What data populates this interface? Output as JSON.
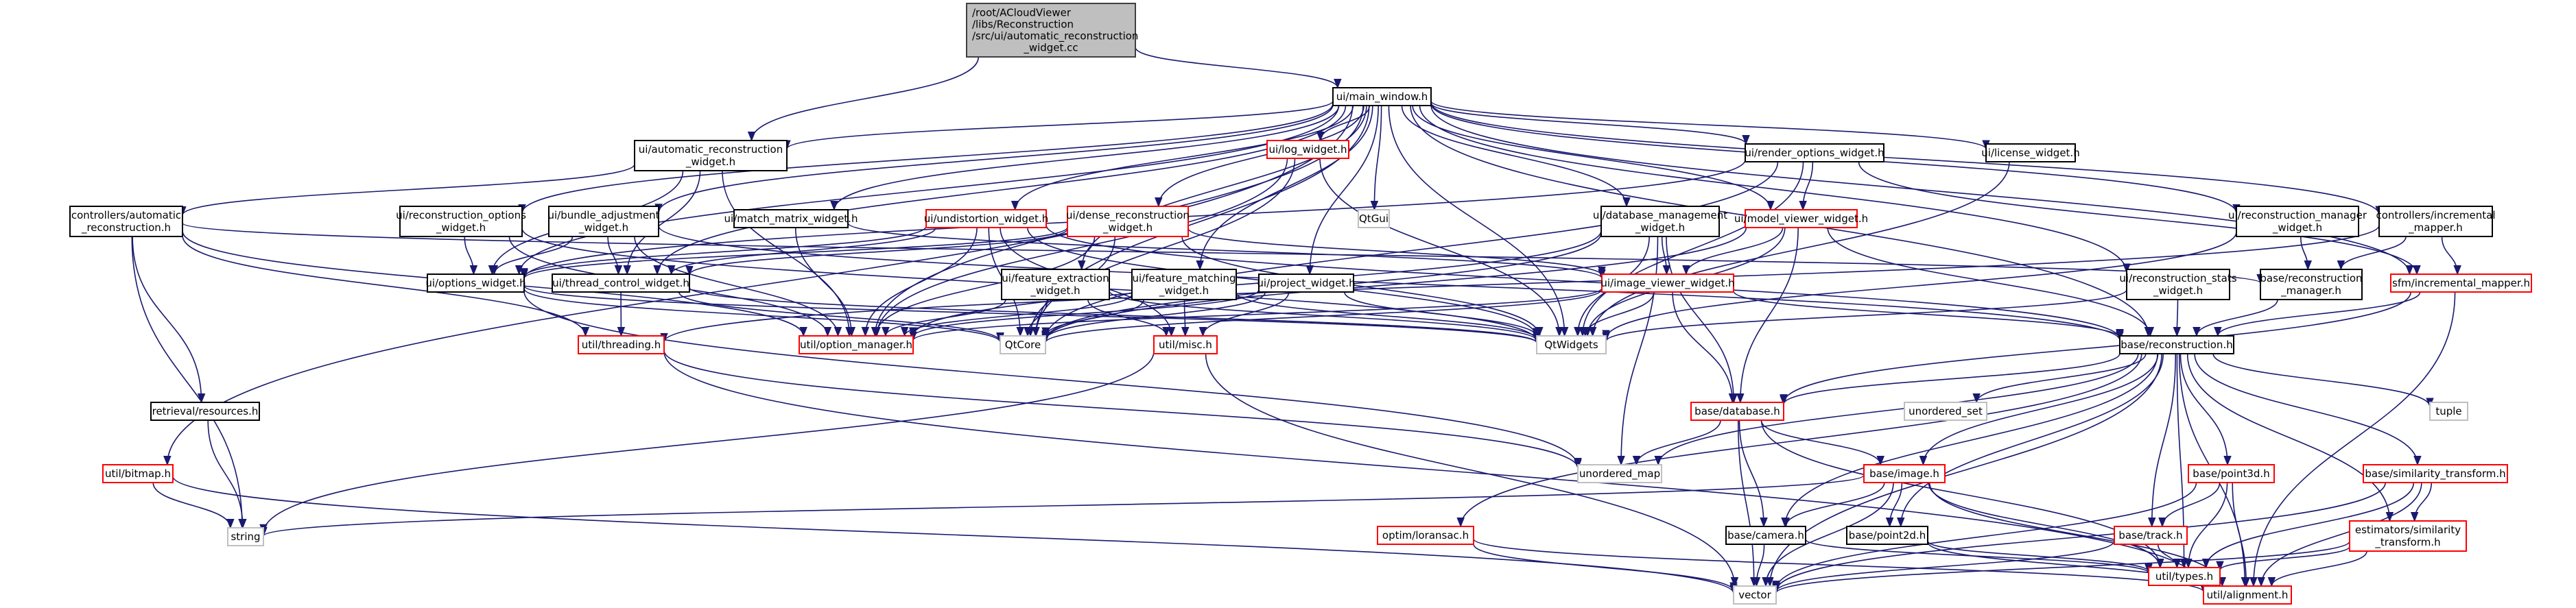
{
  "diagram": {
    "type": "include-dependency-graph",
    "colors": {
      "edge": "#191970",
      "root_fill": "#bfbfbf",
      "root_border": "#404040",
      "node_fill": "#ffffff",
      "documented_border": "#000000",
      "undocumented_border": "#ff0000",
      "external_border": "#bfbfbf"
    },
    "nodes": [
      {
        "id": "root",
        "label": [
          "/root/ACloudViewer",
          "/libs/Reconstruction",
          "/src/ui/automatic_reconstruction",
          "_widget.cc"
        ],
        "kind": "root"
      },
      {
        "id": "main_window",
        "label": [
          "ui/main_window.h"
        ],
        "kind": "normal"
      },
      {
        "id": "auto_recon_widget",
        "label": [
          "ui/automatic_reconstruction",
          "_widget.h"
        ],
        "kind": "normal"
      },
      {
        "id": "log_widget",
        "label": [
          "ui/log_widget.h"
        ],
        "kind": "red"
      },
      {
        "id": "render_options",
        "label": [
          "ui/render_options_widget.h"
        ],
        "kind": "normal"
      },
      {
        "id": "license_widget",
        "label": [
          "ui/license_widget.h"
        ],
        "kind": "normal"
      },
      {
        "id": "ctrl_auto_recon",
        "label": [
          "controllers/automatic",
          "_reconstruction.h"
        ],
        "kind": "normal"
      },
      {
        "id": "recon_options",
        "label": [
          "ui/reconstruction_options",
          "_widget.h"
        ],
        "kind": "normal"
      },
      {
        "id": "bundle_adjustment",
        "label": [
          "ui/bundle_adjustment",
          "_widget.h"
        ],
        "kind": "normal"
      },
      {
        "id": "match_matrix",
        "label": [
          "ui/match_matrix_widget.h"
        ],
        "kind": "normal"
      },
      {
        "id": "undistortion",
        "label": [
          "ui/undistortion_widget.h"
        ],
        "kind": "red"
      },
      {
        "id": "dense_recon",
        "label": [
          "ui/dense_reconstruction",
          "_widget.h"
        ],
        "kind": "red"
      },
      {
        "id": "qtgui",
        "label": [
          "QtGui"
        ],
        "kind": "external"
      },
      {
        "id": "db_mgmt",
        "label": [
          "ui/database_management",
          "_widget.h"
        ],
        "kind": "normal"
      },
      {
        "id": "model_viewer",
        "label": [
          "ui/model_viewer_widget.h"
        ],
        "kind": "red"
      },
      {
        "id": "recon_mgr_widget",
        "label": [
          "ui/reconstruction_manager",
          "_widget.h"
        ],
        "kind": "normal"
      },
      {
        "id": "ctrl_incr_mapper",
        "label": [
          "controllers/incremental",
          "_mapper.h"
        ],
        "kind": "normal"
      },
      {
        "id": "options_widget",
        "label": [
          "ui/options_widget.h"
        ],
        "kind": "normal"
      },
      {
        "id": "thread_control",
        "label": [
          "ui/thread_control_widget.h"
        ],
        "kind": "normal"
      },
      {
        "id": "feature_extraction",
        "label": [
          "ui/feature_extraction",
          "_widget.h"
        ],
        "kind": "normal"
      },
      {
        "id": "feature_matching",
        "label": [
          "ui/feature_matching",
          "_widget.h"
        ],
        "kind": "normal"
      },
      {
        "id": "project_widget",
        "label": [
          "ui/project_widget.h"
        ],
        "kind": "normal"
      },
      {
        "id": "image_viewer",
        "label": [
          "ui/image_viewer_widget.h"
        ],
        "kind": "red"
      },
      {
        "id": "recon_stats",
        "label": [
          "ui/reconstruction_stats",
          "_widget.h"
        ],
        "kind": "normal"
      },
      {
        "id": "base_recon_mgr",
        "label": [
          "base/reconstruction",
          "_manager.h"
        ],
        "kind": "normal"
      },
      {
        "id": "sfm_incr_mapper",
        "label": [
          "sfm/incremental_mapper.h"
        ],
        "kind": "red"
      },
      {
        "id": "threading",
        "label": [
          "util/threading.h"
        ],
        "kind": "red"
      },
      {
        "id": "option_manager",
        "label": [
          "util/option_manager.h"
        ],
        "kind": "red"
      },
      {
        "id": "qtcore",
        "label": [
          "QtCore"
        ],
        "kind": "external"
      },
      {
        "id": "misc",
        "label": [
          "util/misc.h"
        ],
        "kind": "red"
      },
      {
        "id": "qtwidgets",
        "label": [
          "QtWidgets"
        ],
        "kind": "external"
      },
      {
        "id": "base_recon",
        "label": [
          "base/reconstruction.h"
        ],
        "kind": "normal"
      },
      {
        "id": "retrieval",
        "label": [
          "retrieval/resources.h"
        ],
        "kind": "normal"
      },
      {
        "id": "base_database",
        "label": [
          "base/database.h"
        ],
        "kind": "red"
      },
      {
        "id": "unordered_set",
        "label": [
          "unordered_set"
        ],
        "kind": "external"
      },
      {
        "id": "tuple",
        "label": [
          "tuple"
        ],
        "kind": "external"
      },
      {
        "id": "bitmap",
        "label": [
          "util/bitmap.h"
        ],
        "kind": "red"
      },
      {
        "id": "unordered_map",
        "label": [
          "unordered_map"
        ],
        "kind": "external"
      },
      {
        "id": "base_image",
        "label": [
          "base/image.h"
        ],
        "kind": "red"
      },
      {
        "id": "point3d",
        "label": [
          "base/point3d.h"
        ],
        "kind": "red"
      },
      {
        "id": "similarity",
        "label": [
          "base/similarity_transform.h"
        ],
        "kind": "red"
      },
      {
        "id": "string",
        "label": [
          "string"
        ],
        "kind": "external"
      },
      {
        "id": "loransac",
        "label": [
          "optim/loransac.h"
        ],
        "kind": "red"
      },
      {
        "id": "camera",
        "label": [
          "base/camera.h"
        ],
        "kind": "normal"
      },
      {
        "id": "point2d",
        "label": [
          "base/point2d.h"
        ],
        "kind": "normal"
      },
      {
        "id": "track",
        "label": [
          "base/track.h"
        ],
        "kind": "red"
      },
      {
        "id": "est_similarity",
        "label": [
          "estimators/similarity",
          "_transform.h"
        ],
        "kind": "red"
      },
      {
        "id": "vector",
        "label": [
          "vector"
        ],
        "kind": "external"
      },
      {
        "id": "types",
        "label": [
          "util/types.h"
        ],
        "kind": "red"
      },
      {
        "id": "alignment",
        "label": [
          "util/alignment.h"
        ],
        "kind": "red"
      }
    ],
    "edges": [
      [
        "root",
        "auto_recon_widget"
      ],
      [
        "root",
        "main_window"
      ],
      [
        "main_window",
        "auto_recon_widget"
      ],
      [
        "main_window",
        "log_widget"
      ],
      [
        "main_window",
        "qtgui"
      ],
      [
        "main_window",
        "render_options"
      ],
      [
        "main_window",
        "license_widget"
      ],
      [
        "main_window",
        "recon_options"
      ],
      [
        "main_window",
        "bundle_adjustment"
      ],
      [
        "main_window",
        "match_matrix"
      ],
      [
        "main_window",
        "undistortion"
      ],
      [
        "main_window",
        "dense_recon"
      ],
      [
        "main_window",
        "db_mgmt"
      ],
      [
        "main_window",
        "model_viewer"
      ],
      [
        "main_window",
        "recon_mgr_widget"
      ],
      [
        "main_window",
        "ctrl_incr_mapper"
      ],
      [
        "main_window",
        "options_widget"
      ],
      [
        "main_window",
        "thread_control"
      ],
      [
        "main_window",
        "feature_extraction"
      ],
      [
        "main_window",
        "feature_matching"
      ],
      [
        "main_window",
        "project_widget"
      ],
      [
        "main_window",
        "recon_stats"
      ],
      [
        "main_window",
        "sfm_incr_mapper"
      ],
      [
        "main_window",
        "qtcore"
      ],
      [
        "main_window",
        "qtwidgets"
      ],
      [
        "main_window",
        "base_recon"
      ],
      [
        "main_window",
        "bitmap"
      ],
      [
        "main_window",
        "option_manager"
      ],
      [
        "auto_recon_widget",
        "ctrl_auto_recon"
      ],
      [
        "auto_recon_widget",
        "options_widget"
      ],
      [
        "auto_recon_widget",
        "thread_control"
      ],
      [
        "auto_recon_widget",
        "option_manager"
      ],
      [
        "log_widget",
        "qtcore"
      ],
      [
        "log_widget",
        "qtwidgets"
      ],
      [
        "log_widget",
        "option_manager"
      ],
      [
        "render_options",
        "model_viewer"
      ],
      [
        "render_options",
        "options_widget"
      ],
      [
        "render_options",
        "qtcore"
      ],
      [
        "render_options",
        "qtwidgets"
      ],
      [
        "render_options",
        "sfm_incr_mapper"
      ],
      [
        "license_widget",
        "qtwidgets"
      ],
      [
        "ctrl_auto_recon",
        "threading"
      ],
      [
        "ctrl_auto_recon",
        "option_manager"
      ],
      [
        "ctrl_auto_recon",
        "retrieval"
      ],
      [
        "ctrl_auto_recon",
        "string"
      ],
      [
        "ctrl_auto_recon",
        "base_recon_mgr"
      ],
      [
        "recon_options",
        "options_widget"
      ],
      [
        "recon_options",
        "option_manager"
      ],
      [
        "recon_options",
        "qtwidgets"
      ],
      [
        "bundle_adjustment",
        "options_widget"
      ],
      [
        "bundle_adjustment",
        "thread_control"
      ],
      [
        "bundle_adjustment",
        "option_manager"
      ],
      [
        "bundle_adjustment",
        "base_recon"
      ],
      [
        "match_matrix",
        "image_viewer"
      ],
      [
        "match_matrix",
        "option_manager"
      ],
      [
        "undistortion",
        "options_widget"
      ],
      [
        "undistortion",
        "thread_control"
      ],
      [
        "undistortion",
        "option_manager"
      ],
      [
        "undistortion",
        "qtcore"
      ],
      [
        "undistortion",
        "qtwidgets"
      ],
      [
        "undistortion",
        "misc"
      ],
      [
        "undistortion",
        "base_recon"
      ],
      [
        "dense_recon",
        "thread_control"
      ],
      [
        "dense_recon",
        "options_widget"
      ],
      [
        "dense_recon",
        "image_viewer"
      ],
      [
        "dense_recon",
        "qtcore"
      ],
      [
        "dense_recon",
        "qtwidgets"
      ],
      [
        "dense_recon",
        "option_manager"
      ],
      [
        "db_mgmt",
        "image_viewer"
      ],
      [
        "db_mgmt",
        "base_database"
      ],
      [
        "db_mgmt",
        "qtcore"
      ],
      [
        "db_mgmt",
        "qtwidgets"
      ],
      [
        "db_mgmt",
        "option_manager"
      ],
      [
        "db_mgmt",
        "unordered_map"
      ],
      [
        "model_viewer",
        "image_viewer"
      ],
      [
        "model_viewer",
        "base_database"
      ],
      [
        "model_viewer",
        "qtcore"
      ],
      [
        "model_viewer",
        "qtwidgets"
      ],
      [
        "model_viewer",
        "base_recon"
      ],
      [
        "recon_mgr_widget",
        "base_recon_mgr"
      ],
      [
        "recon_mgr_widget",
        "qtwidgets"
      ],
      [
        "ctrl_incr_mapper",
        "base_recon_mgr"
      ],
      [
        "ctrl_incr_mapper",
        "sfm_incr_mapper"
      ],
      [
        "ctrl_incr_mapper",
        "threading"
      ],
      [
        "options_widget",
        "qtcore"
      ],
      [
        "options_widget",
        "qtwidgets"
      ],
      [
        "options_widget",
        "unordered_map"
      ],
      [
        "thread_control",
        "threading"
      ],
      [
        "thread_control",
        "qtcore"
      ],
      [
        "thread_control",
        "qtwidgets"
      ],
      [
        "feature_extraction",
        "option_manager"
      ],
      [
        "feature_extraction",
        "qtcore"
      ],
      [
        "feature_extraction",
        "qtwidgets"
      ],
      [
        "feature_extraction",
        "misc"
      ],
      [
        "feature_matching",
        "option_manager"
      ],
      [
        "feature_matching",
        "qtcore"
      ],
      [
        "feature_matching",
        "qtwidgets"
      ],
      [
        "feature_matching",
        "misc"
      ],
      [
        "project_widget",
        "option_manager"
      ],
      [
        "project_widget",
        "qtcore"
      ],
      [
        "project_widget",
        "qtwidgets"
      ],
      [
        "project_widget",
        "misc"
      ],
      [
        "image_viewer",
        "qtcore"
      ],
      [
        "image_viewer",
        "qtwidgets"
      ],
      [
        "image_viewer",
        "option_manager"
      ],
      [
        "image_viewer",
        "base_database"
      ],
      [
        "image_viewer",
        "base_recon"
      ],
      [
        "recon_stats",
        "base_recon"
      ],
      [
        "recon_stats",
        "qtwidgets"
      ],
      [
        "base_recon_mgr",
        "base_recon"
      ],
      [
        "sfm_incr_mapper",
        "base_recon"
      ],
      [
        "sfm_incr_mapper",
        "base_database"
      ],
      [
        "sfm_incr_mapper",
        "alignment"
      ],
      [
        "threading",
        "unordered_map"
      ],
      [
        "threading",
        "alignment"
      ],
      [
        "misc",
        "string"
      ],
      [
        "misc",
        "vector"
      ],
      [
        "base_recon",
        "base_database"
      ],
      [
        "base_recon",
        "unordered_set"
      ],
      [
        "base_recon",
        "tuple"
      ],
      [
        "base_recon",
        "unordered_map"
      ],
      [
        "base_recon",
        "base_image"
      ],
      [
        "base_recon",
        "point3d"
      ],
      [
        "base_recon",
        "similarity"
      ],
      [
        "base_recon",
        "loransac"
      ],
      [
        "base_recon",
        "camera"
      ],
      [
        "base_recon",
        "point2d"
      ],
      [
        "base_recon",
        "track"
      ],
      [
        "base_recon",
        "est_similarity"
      ],
      [
        "base_recon",
        "vector"
      ],
      [
        "base_recon",
        "types"
      ],
      [
        "base_recon",
        "alignment"
      ],
      [
        "retrieval",
        "string"
      ],
      [
        "base_database",
        "unordered_map"
      ],
      [
        "base_database",
        "base_image"
      ],
      [
        "base_database",
        "camera"
      ],
      [
        "base_database",
        "vector"
      ],
      [
        "base_database",
        "types"
      ],
      [
        "bitmap",
        "string"
      ],
      [
        "bitmap",
        "vector"
      ],
      [
        "base_image",
        "string"
      ],
      [
        "base_image",
        "camera"
      ],
      [
        "base_image",
        "point2d"
      ],
      [
        "base_image",
        "vector"
      ],
      [
        "base_image",
        "types"
      ],
      [
        "base_image",
        "alignment"
      ],
      [
        "point3d",
        "track"
      ],
      [
        "point3d",
        "vector"
      ],
      [
        "point3d",
        "types"
      ],
      [
        "point3d",
        "alignment"
      ],
      [
        "similarity",
        "est_similarity"
      ],
      [
        "similarity",
        "vector"
      ],
      [
        "similarity",
        "types"
      ],
      [
        "similarity",
        "alignment"
      ],
      [
        "loransac",
        "vector"
      ],
      [
        "loransac",
        "alignment"
      ],
      [
        "camera",
        "vector"
      ],
      [
        "camera",
        "types"
      ],
      [
        "point2d",
        "types"
      ],
      [
        "point2d",
        "alignment"
      ],
      [
        "track",
        "vector"
      ],
      [
        "track",
        "types"
      ],
      [
        "est_similarity",
        "vector"
      ],
      [
        "est_similarity",
        "types"
      ],
      [
        "est_similarity",
        "alignment"
      ],
      [
        "types",
        "alignment"
      ]
    ]
  }
}
